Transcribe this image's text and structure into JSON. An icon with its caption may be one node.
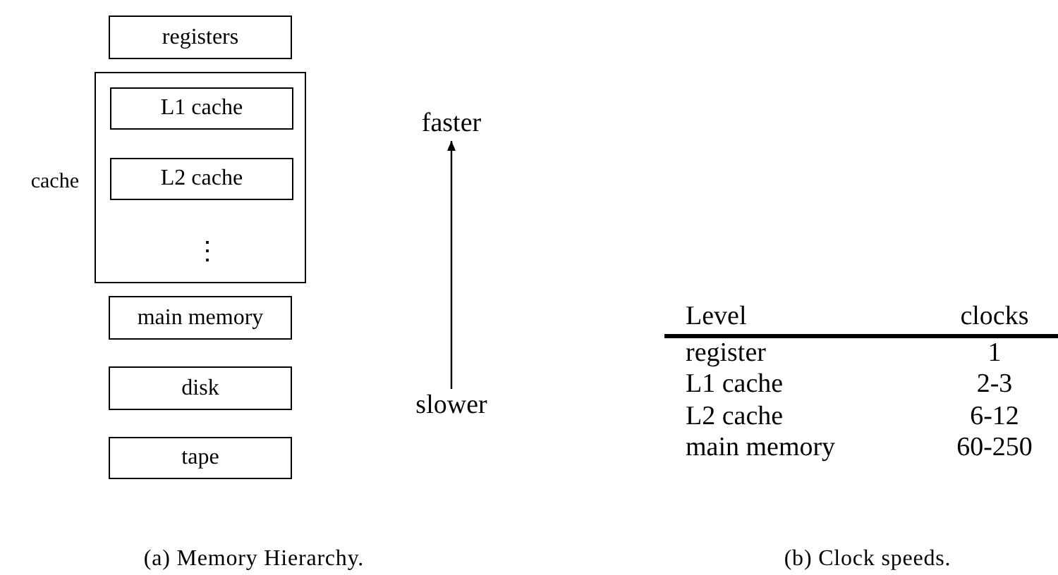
{
  "diagram": {
    "nodes": [
      {
        "text": [
          "registers"
        ]
      },
      {
        "text": [
          "cache",
          "⋮"
        ]
      },
      {
        "text": [
          "L1 cache"
        ],
        "in": 1
      },
      {
        "text": [
          "L2 cache"
        ],
        "in": 1
      },
      {
        "text": [
          "main memory"
        ]
      },
      {
        "text": [
          "disk"
        ]
      },
      {
        "text": [
          "tape"
        ]
      },
      {
        "text": [
          "faster"
        ]
      },
      {
        "text": [
          "slower"
        ]
      }
    ],
    "edges": [
      {
        "from": 8,
        "to": 7,
        "arrow": "to"
      }
    ],
    "labels": [
      "(a) Memory Hierarchy.",
      "Level",
      "clocks",
      "register",
      "1",
      "L1 cache",
      "2-3",
      "L2 cache",
      "6-12",
      "main memory",
      "60-250",
      "(b) Clock speeds."
    ]
  }
}
